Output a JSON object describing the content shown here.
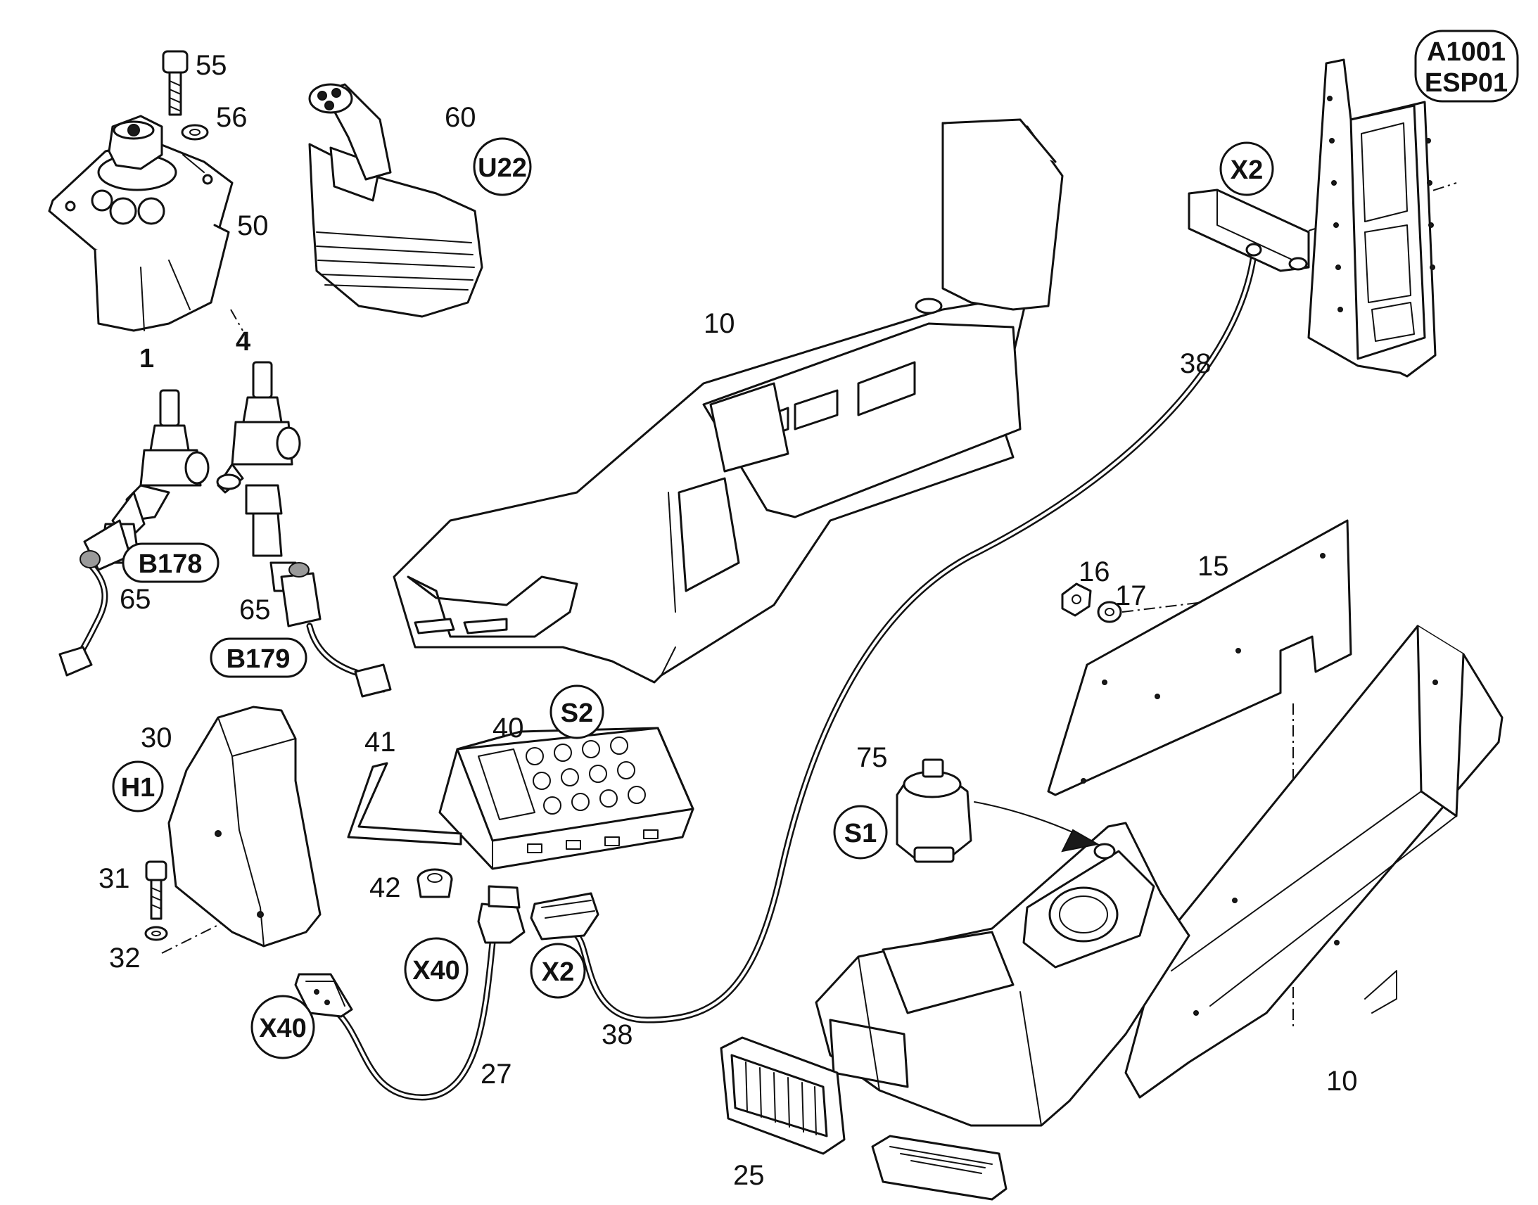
{
  "callouts": {
    "n55": "55",
    "n56": "56",
    "n60": "60",
    "n50": "50",
    "n10a": "10",
    "n38a": "38",
    "n1": "1",
    "n4": "4",
    "n65a": "65",
    "n65b": "65",
    "n16": "16",
    "n17": "17",
    "n15": "15",
    "n30": "30",
    "n40": "40",
    "n41": "41",
    "n42": "42",
    "n75": "75",
    "n31": "31",
    "n32": "32",
    "n38b": "38",
    "n27": "27",
    "n10b": "10",
    "n25": "25"
  },
  "tags": {
    "u22": "U22",
    "b178": "B178",
    "b179": "B179",
    "x2_top": "X2",
    "a1001_line1": "A1001",
    "a1001_line2": "ESP01",
    "s2": "S2",
    "h1": "H1",
    "s1": "S1",
    "x40_left": "X40",
    "x40_mid": "X40",
    "x2_bottom": "X2"
  }
}
